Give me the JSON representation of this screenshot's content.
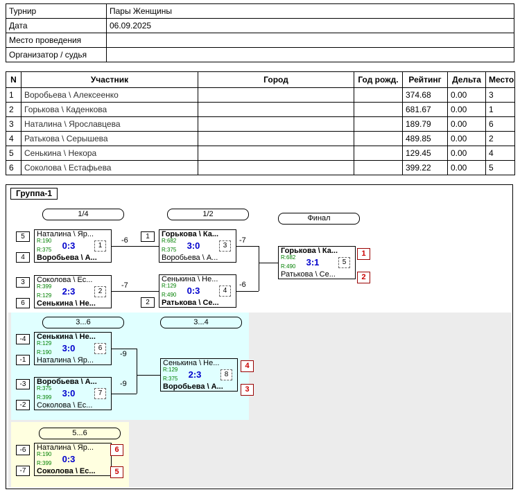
{
  "info_table": {
    "rows": [
      {
        "label": "Турнир",
        "value": "Пары Женщины"
      },
      {
        "label": "Дата",
        "value": "06.09.2025"
      },
      {
        "label": "Место проведения",
        "value": ""
      },
      {
        "label": "Организатор / судья",
        "value": ""
      }
    ]
  },
  "results_table": {
    "headers": [
      "N",
      "Участник",
      "Город",
      "Год рожд.",
      "Рейтинг",
      "Дельта",
      "Место"
    ],
    "rows": [
      {
        "n": "1",
        "name": "Воробьева \\ Алексеенко",
        "city": "",
        "year": "",
        "rating": "374.68",
        "delta": "0.00",
        "place": "3"
      },
      {
        "n": "2",
        "name": "Горькова \\ Каденкова",
        "city": "",
        "year": "",
        "rating": "681.67",
        "delta": "0.00",
        "place": "1"
      },
      {
        "n": "3",
        "name": "Наталина \\ Ярославцева",
        "city": "",
        "year": "",
        "rating": "189.79",
        "delta": "0.00",
        "place": "6"
      },
      {
        "n": "4",
        "name": "Ратькова \\ Серышева",
        "city": "",
        "year": "",
        "rating": "489.85",
        "delta": "0.00",
        "place": "2"
      },
      {
        "n": "5",
        "name": "Сенькина \\ Некора",
        "city": "",
        "year": "",
        "rating": "129.45",
        "delta": "0.00",
        "place": "4"
      },
      {
        "n": "6",
        "name": "Соколова \\ Естафьева",
        "city": "",
        "year": "",
        "rating": "399.22",
        "delta": "0.00",
        "place": "5"
      }
    ]
  },
  "bracket": {
    "group_title": "Группа-1",
    "rounds": {
      "r14": "1/4",
      "r12": "1/2",
      "fin": "Финал",
      "p36": "3...6",
      "p34": "3...4",
      "p56": "5...6"
    },
    "connectors": {
      "c1": "-6",
      "c2": "-7",
      "c3": "-7",
      "c4": "-6",
      "c5": "-9",
      "c6": "-9"
    },
    "matches": {
      "m1": {
        "num": "1",
        "seed_top": "5",
        "seed_bottom": "4",
        "p1": "Наталина \\ Яр...",
        "r1": "R:190",
        "score": "0:3",
        "r2": "R:375",
        "p2": "Воробьева \\ А..."
      },
      "m2": {
        "num": "2",
        "seed_top": "3",
        "seed_bottom": "6",
        "p1": "Соколова \\ Ес...",
        "r1": "R:399",
        "score": "2:3",
        "r2": "R:129",
        "p2": "Сенькина \\ Не..."
      },
      "m3": {
        "num": "3",
        "seed_top": "1",
        "p1": "Горькова \\ Ка...",
        "r1": "R:682",
        "score": "3:0",
        "r2": "R:375",
        "p2": "Воробьева \\ А..."
      },
      "m4": {
        "num": "4",
        "seed_bottom": "2",
        "p1": "Сенькина \\ Не...",
        "r1": "R:129",
        "score": "0:3",
        "r2": "R:490",
        "p2": "Ратькова \\ Се..."
      },
      "f": {
        "num": "5",
        "p1": "Горькова \\ Ка...",
        "r1": "R:682",
        "score": "3:1",
        "r2": "R:490",
        "p2": "Ратькова \\ Се...",
        "place_top": "1",
        "place_bottom": "2"
      },
      "m6": {
        "num": "6",
        "seed_top": "-4",
        "seed_bottom": "-1",
        "p1": "Сенькина \\ Не...",
        "r1": "R:129",
        "score": "3:0",
        "r2": "R:190",
        "p2": "Наталина \\ Яр..."
      },
      "m7": {
        "num": "7",
        "seed_top": "-3",
        "seed_bottom": "-2",
        "p1": "Воробьева \\ А...",
        "r1": "R:375",
        "score": "3:0",
        "r2": "R:399",
        "p2": "Соколова \\ Ес..."
      },
      "m8": {
        "num": "8",
        "p1": "Сенькина \\ Не...",
        "r1": "R:129",
        "score": "2:3",
        "r2": "R:375",
        "p2": "Воробьева \\ А...",
        "place_top": "4",
        "place_bottom": "3"
      },
      "m9": {
        "seed_top": "-6",
        "seed_bottom": "-7",
        "p1": "Наталина \\ Яр...",
        "r1": "R:190",
        "score": "0:3",
        "r2": "R:399",
        "p2": "Соколова \\ Ес...",
        "place_top": "6",
        "place_bottom": "5"
      }
    }
  },
  "colors": {
    "score": "#0000cc",
    "rating": "#008000",
    "place": "#cc0000",
    "area_3_6": "#e0ffff",
    "area_5_6": "#ffffe0",
    "area_empty": "#ececec"
  }
}
